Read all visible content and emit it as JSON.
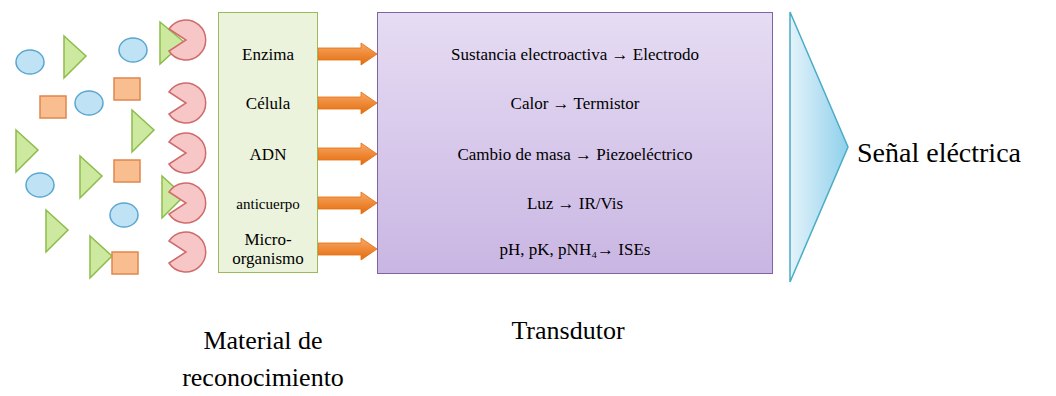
{
  "diagram": {
    "nodes": [
      {
        "text": [
          "Enzima",
          "Célula",
          "ADN",
          "anticuerpo",
          "Micro-organismo"
        ]
      },
      {
        "text": [
          "Sustancia electroactiva → Electrodo",
          "Calor → Termistor",
          "Cambio de masa → Piezoeléctrico",
          "Luz → IR/Vis",
          "pH, pK, pNH₄→ ISEs"
        ]
      }
    ],
    "edges": [
      {
        "from": 0,
        "to": 1,
        "arrow": "to"
      },
      {
        "from": 0,
        "to": 1,
        "arrow": "to"
      },
      {
        "from": 0,
        "to": 1,
        "arrow": "to"
      },
      {
        "from": 0,
        "to": 1,
        "arrow": "to"
      },
      {
        "from": 0,
        "to": 1,
        "arrow": "to"
      }
    ],
    "labels": [
      "Material de reconocimiento",
      "Transdutor",
      "Señal eléctrica"
    ]
  }
}
